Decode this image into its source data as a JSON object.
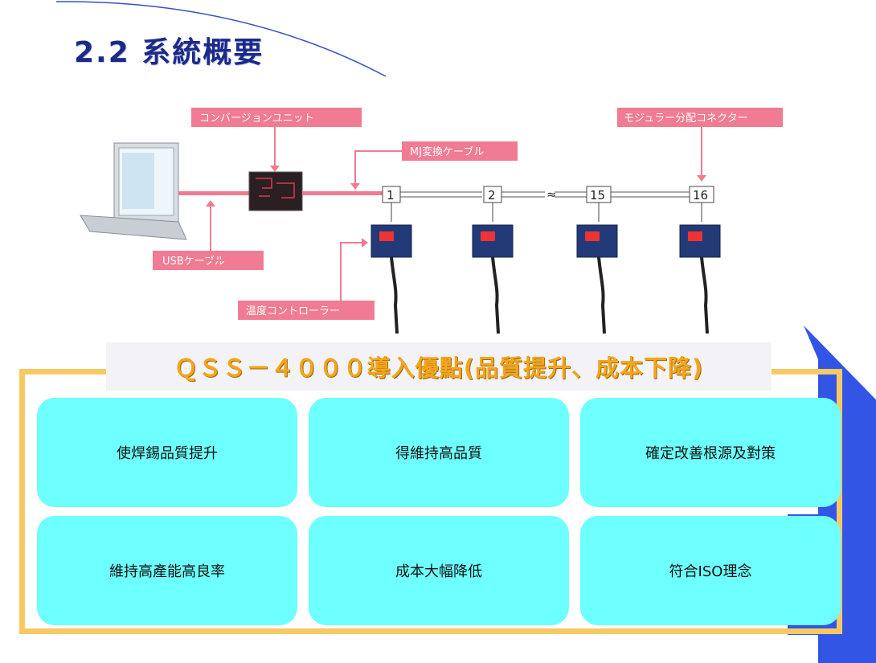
{
  "title": "2.2 系統概要",
  "diagram": {
    "labels": {
      "conversion_unit": "コンバージョンユニット",
      "mj_cable": "MJ変換ケーブル",
      "modular_connector": "モジュラー分配コネクター",
      "usb_cable": "USBケーブル",
      "temperature_controller": "温度コントローラー"
    },
    "nodes": [
      "1",
      "2",
      "15",
      "16"
    ]
  },
  "benefits": {
    "banner": "ＱＳＳ－４０００導入優點(品質提升、成本下降)",
    "items": [
      "使焊錫品質提升",
      "得維持高品質",
      "確定改善根源及對策",
      "維持高產能高良率",
      "成本大幅降低",
      "符合ISO理念"
    ]
  },
  "colors": {
    "title": "#1b2a8a",
    "label_bg": "#f07b92",
    "card": "#6effff",
    "frame": "#f7c963",
    "banner_text": "#f5a51c",
    "accent_blue": "#3355e6"
  }
}
